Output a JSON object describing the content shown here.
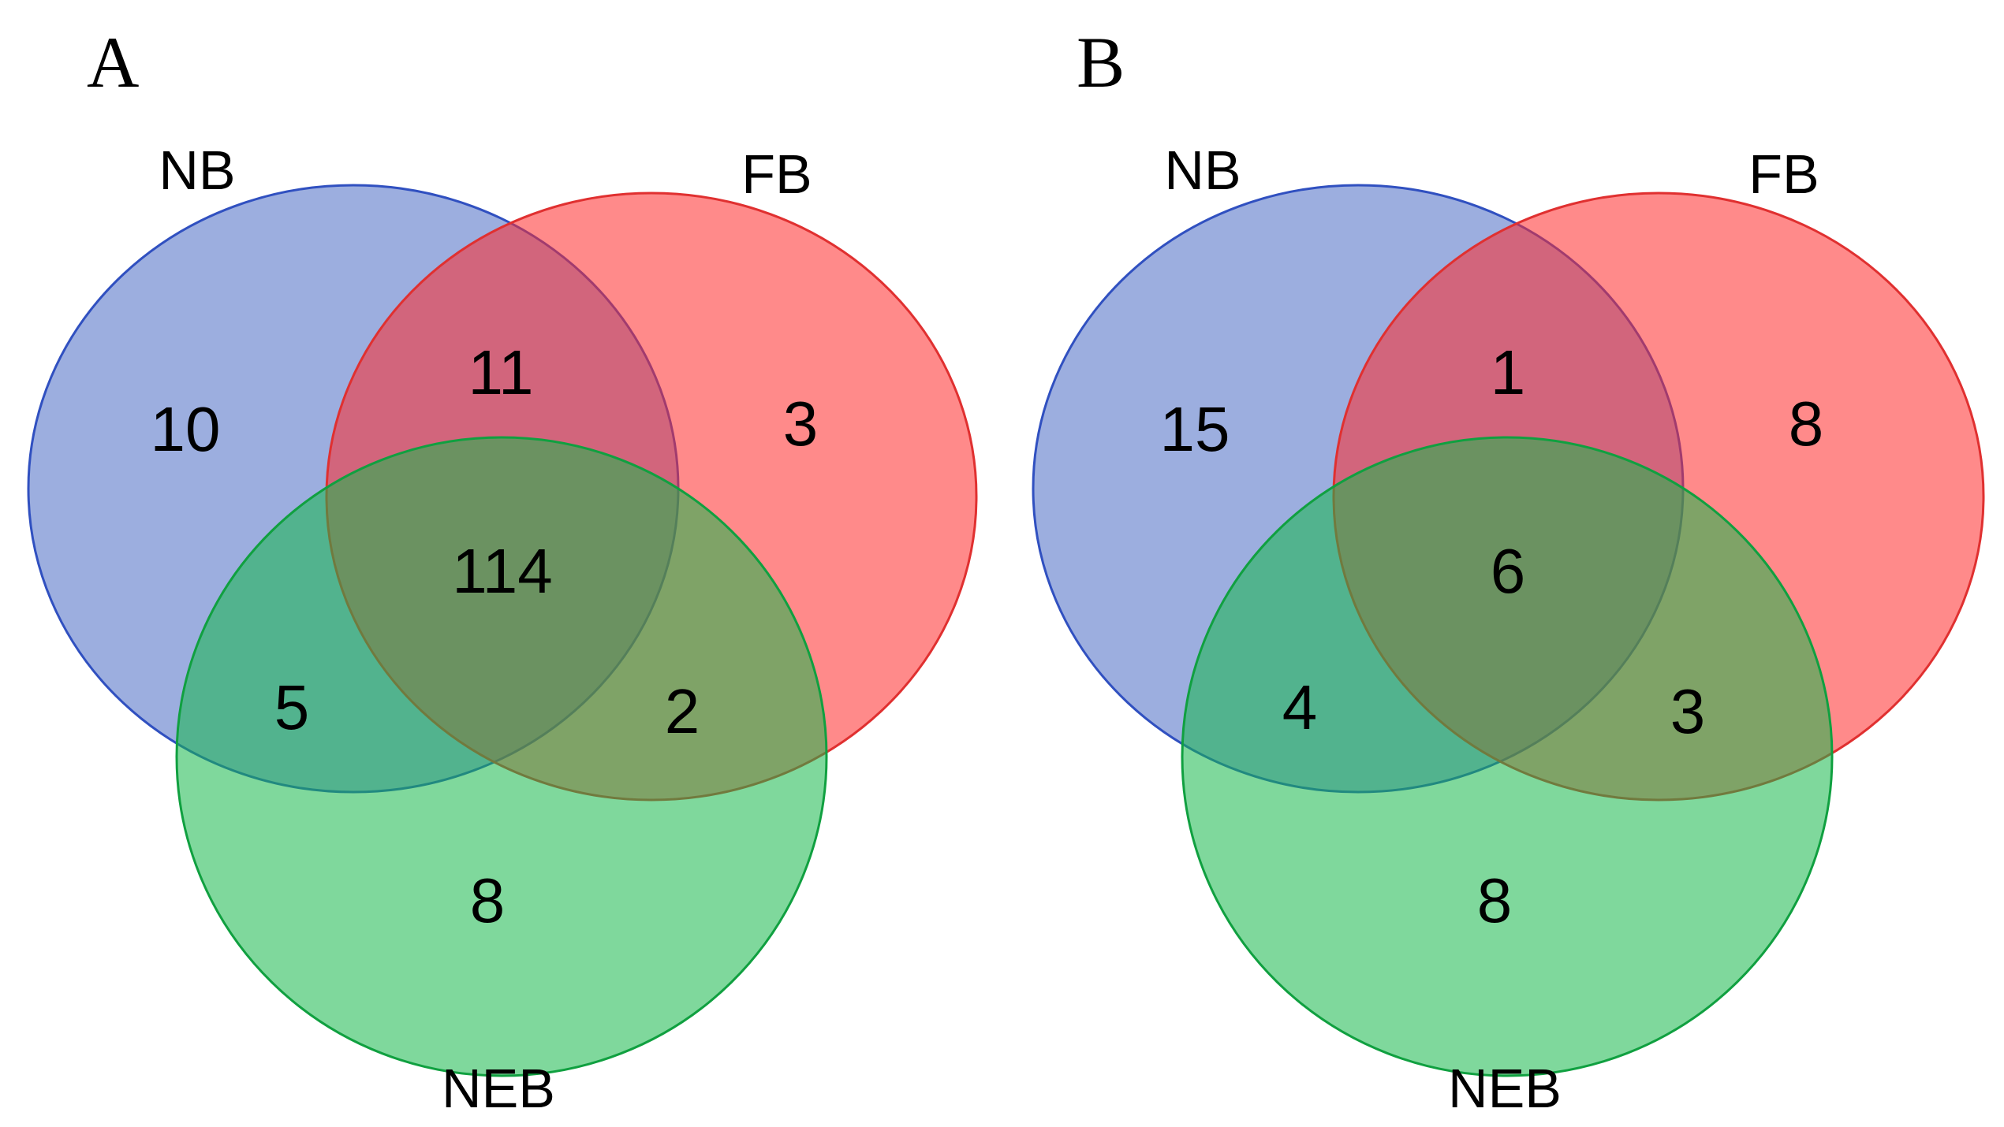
{
  "colors": {
    "NB": "#4a6cc4",
    "FB": "#ff2a2a",
    "NEB": "#15b84a",
    "NB_stroke": "#3050c0",
    "FB_stroke": "#e03030",
    "NEB_stroke": "#10a040"
  },
  "panels": [
    {
      "letter": "A",
      "sets": {
        "NB": "NB",
        "FB": "FB",
        "NEB": "NEB"
      },
      "regions": {
        "NB_only": "10",
        "FB_only": "3",
        "NEB_only": "8",
        "NB_FB": "11",
        "NB_NEB": "5",
        "FB_NEB": "2",
        "all": "114"
      }
    },
    {
      "letter": "B",
      "sets": {
        "NB": "NB",
        "FB": "FB",
        "NEB": "NEB"
      },
      "regions": {
        "NB_only": "15",
        "FB_only": "8",
        "NEB_only": "8",
        "NB_FB": "1",
        "NB_NEB": "4",
        "FB_NEB": "3",
        "all": "6"
      }
    }
  ]
}
